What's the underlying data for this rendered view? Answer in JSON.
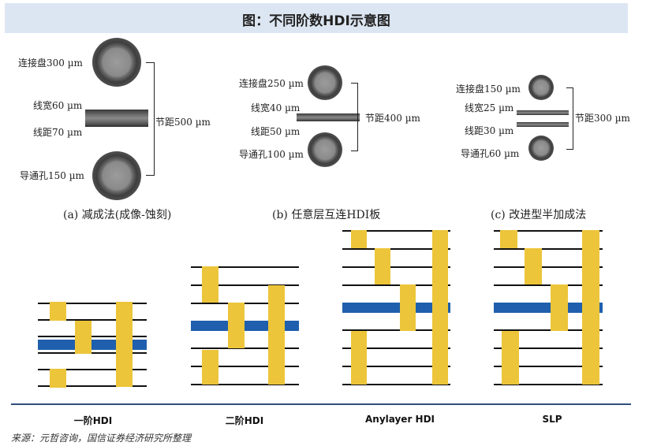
{
  "header": {
    "title": "图：不同阶数HDI示意图"
  },
  "panels": [
    {
      "labels": {
        "pad": "连接盘300 µm",
        "width": "线宽60 µm",
        "spacing": "线距70 µm",
        "via": "导通孔150 µm",
        "pitch": "节距500 µm"
      },
      "caption": "(a) 减成法(成像-蚀刻)"
    },
    {
      "labels": {
        "pad": "连接盘250 µm",
        "width": "线宽40 µm",
        "spacing": "线距50 µm",
        "via": "导通孔100 µm",
        "pitch": "节距400 µm"
      },
      "caption": "(b) 任意层互连HDI板"
    },
    {
      "labels": {
        "pad": "连接盘150 µm",
        "width": "线宽25 µm",
        "spacing": "线距30 µm",
        "via": "导通孔60 µm",
        "pitch": "节距300 µm"
      },
      "caption": "(c) 改进型半加成法"
    }
  ],
  "stacks": [
    {
      "label": "一阶HDI"
    },
    {
      "label": "二阶HDI"
    },
    {
      "label": "Anylayer HDI"
    },
    {
      "label": "SLP"
    }
  ],
  "colors": {
    "header_bg": "#dce6f2",
    "core_layer": "#1f5fad",
    "via": "#ecc53a",
    "trace": "#5a5a5a"
  },
  "footer": {
    "source": "来源：元哲咨询，国信证券经济研究所整理"
  }
}
